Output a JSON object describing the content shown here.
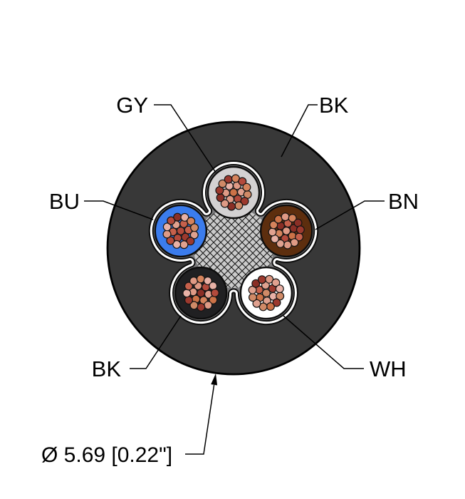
{
  "callouts": {
    "top_left": "GY",
    "top_right": "BK",
    "left": "BU",
    "right": "BN",
    "bottom_left": "BK",
    "bottom_right": "WH"
  },
  "dimension": {
    "text": "Ø 5.69 [0.22\"]"
  },
  "colors": {
    "jacket": "#383838",
    "outline": "#0d0d0d",
    "filler": "#7b7b7d",
    "center_filler": "#cacaca",
    "tape": "#ffffff",
    "conductor_gy": "#d3d1d2",
    "conductor_bn": "#5d2e0e",
    "conductor_wh": "#ffffff",
    "conductor_bk": "#202022",
    "conductor_bu": "#3b7ced",
    "strand_palette": [
      "#e8b1a6",
      "#df9a85",
      "#d5835c",
      "#cc7247",
      "#c6604b",
      "#b34a3c",
      "#9c392e",
      "#8a2f26",
      "#e0a18f",
      "#d08a67"
    ]
  }
}
